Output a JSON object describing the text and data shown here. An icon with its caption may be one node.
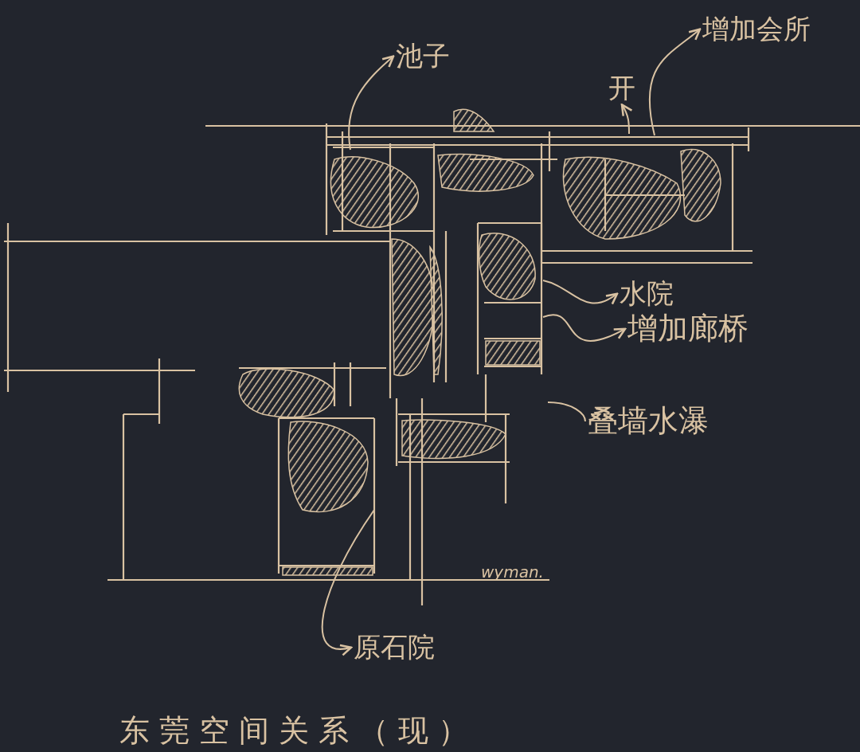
{
  "diagram": {
    "title": "东莞空间关系（现）",
    "nodes": [
      {
        "text": [
          "池子"
        ]
      },
      {
        "text": [
          "增加会所"
        ]
      },
      {
        "text": [
          "开"
        ]
      },
      {
        "text": [
          "水院"
        ]
      },
      {
        "text": [
          "增加廊桥"
        ]
      },
      {
        "text": [
          "叠墙水瀑"
        ]
      },
      {
        "text": [
          "原石院"
        ]
      }
    ],
    "edges": [
      {
        "from": null,
        "to": 0,
        "arrow": "to"
      },
      {
        "from": null,
        "to": 1,
        "arrow": "to"
      },
      {
        "from": null,
        "to": 2,
        "arrow": "to"
      },
      {
        "from": null,
        "to": 3,
        "arrow": "to"
      },
      {
        "from": null,
        "to": 4,
        "arrow": "to"
      },
      {
        "from": null,
        "to": 5,
        "arrow": "none"
      },
      {
        "from": null,
        "to": 6,
        "arrow": "to"
      }
    ],
    "labels": [
      "wyman."
    ]
  }
}
